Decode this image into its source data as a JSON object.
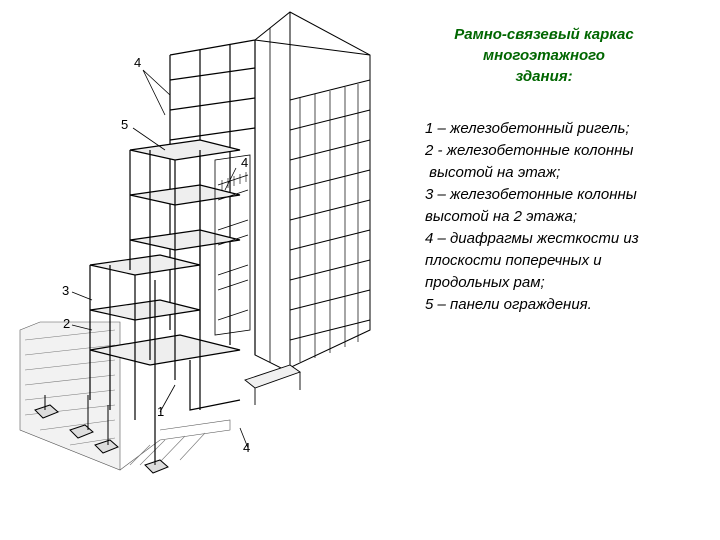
{
  "title": {
    "lines": [
      "Рамно-связевый каркас",
      "многоэтажного",
      "здания:"
    ],
    "color": "#006600"
  },
  "legend": {
    "lines": [
      "1 – железобетонный ригель;",
      "2 - железобетонные колонны",
      " высотой на этаж;",
      "3 – железобетонные колонны",
      "высотой на 2 этажа;",
      "4 – диафрагмы жесткости из",
      "плоскости поперечных и",
      "продольных рам;",
      "5 – панели ограждения."
    ]
  },
  "callouts": {
    "c4a": "4",
    "c5": "5",
    "c4b": "4",
    "c3": "3",
    "c2": "2",
    "c1": "1",
    "c4c": "4"
  }
}
